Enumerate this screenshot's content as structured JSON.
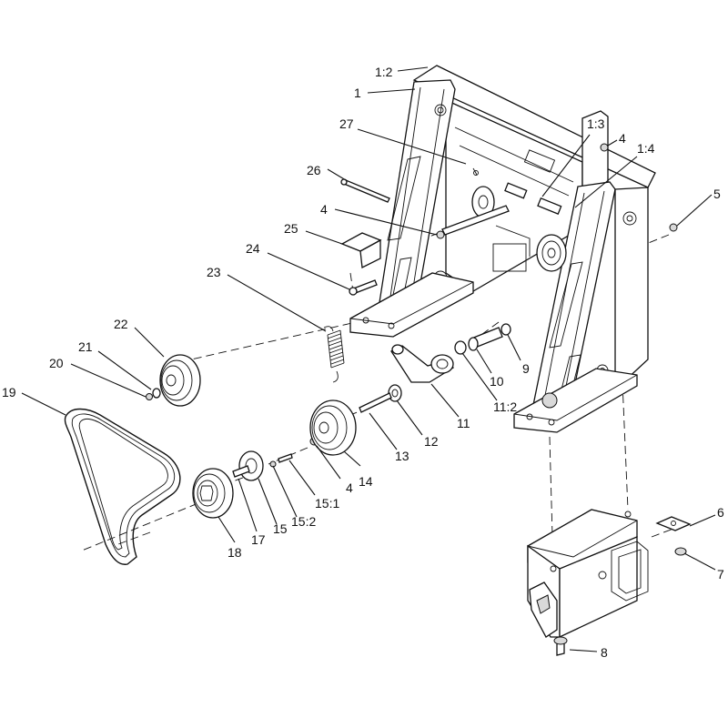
{
  "diagram": {
    "callouts": [
      {
        "id": "c-1-2",
        "text": "1:2"
      },
      {
        "id": "c-1",
        "text": "1"
      },
      {
        "id": "c-27",
        "text": "27"
      },
      {
        "id": "c-1-3",
        "text": "1:3"
      },
      {
        "id": "c-4a",
        "text": "4"
      },
      {
        "id": "c-1-4",
        "text": "1:4"
      },
      {
        "id": "c-26",
        "text": "26"
      },
      {
        "id": "c-4b",
        "text": "4"
      },
      {
        "id": "c-5",
        "text": "5"
      },
      {
        "id": "c-25",
        "text": "25"
      },
      {
        "id": "c-24",
        "text": "24"
      },
      {
        "id": "c-23",
        "text": "23"
      },
      {
        "id": "c-22",
        "text": "22"
      },
      {
        "id": "c-21",
        "text": "21"
      },
      {
        "id": "c-20",
        "text": "20"
      },
      {
        "id": "c-19",
        "text": "19"
      },
      {
        "id": "c-9",
        "text": "9"
      },
      {
        "id": "c-10",
        "text": "10"
      },
      {
        "id": "c-11-2",
        "text": "11:2"
      },
      {
        "id": "c-11",
        "text": "11"
      },
      {
        "id": "c-12",
        "text": "12"
      },
      {
        "id": "c-13",
        "text": "13"
      },
      {
        "id": "c-14",
        "text": "14"
      },
      {
        "id": "c-4c",
        "text": "4"
      },
      {
        "id": "c-15-1",
        "text": "15:1"
      },
      {
        "id": "c-15-2",
        "text": "15:2"
      },
      {
        "id": "c-15",
        "text": "15"
      },
      {
        "id": "c-17",
        "text": "17"
      },
      {
        "id": "c-18",
        "text": "18"
      },
      {
        "id": "c-6",
        "text": "6"
      },
      {
        "id": "c-7",
        "text": "7"
      },
      {
        "id": "c-8",
        "text": "8"
      }
    ]
  }
}
